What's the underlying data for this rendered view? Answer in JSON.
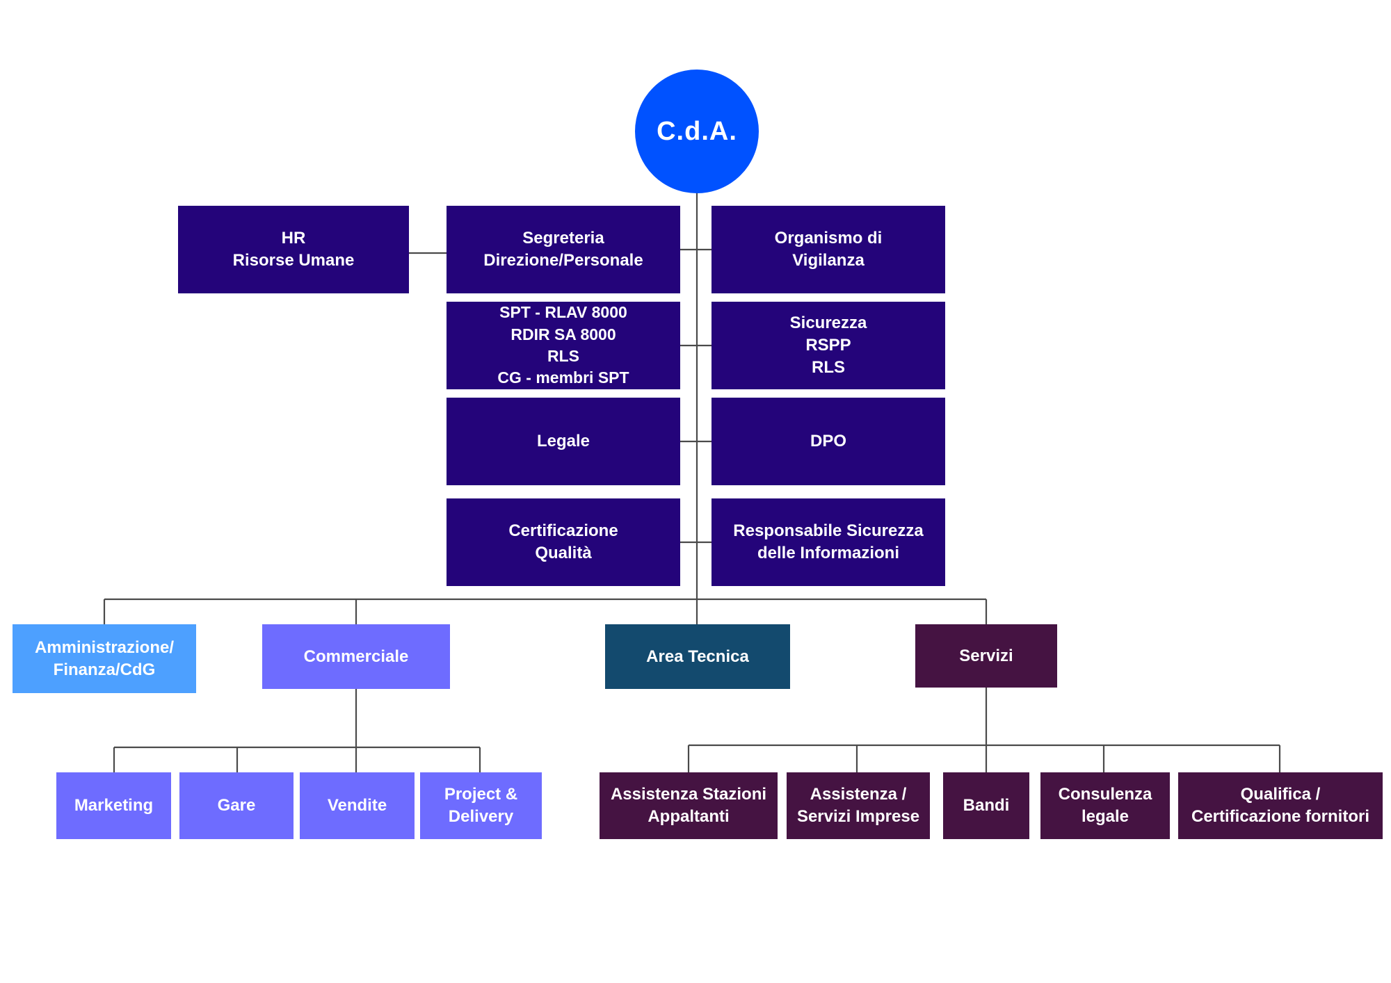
{
  "colors": {
    "board": "#0052ff",
    "staff": "#24047a",
    "amministrazione": "#4da0ff",
    "commerciale": "#6e6cff",
    "area_tecnica": "#134a6e",
    "servizi": "#451342",
    "connector": "#4a4a4a"
  },
  "board": {
    "label": "C.d.A."
  },
  "staff": {
    "hr": "HR\nRisorse Umane",
    "segreteria": "Segreteria\nDirezione/Personale",
    "organismo_vigilanza": "Organismo di\nVigilanza",
    "spt": "SPT - RLAV 8000\nRDIR SA 8000\nRLS\nCG - membri SPT",
    "sicurezza": "Sicurezza\nRSPP\nRLS",
    "legale": "Legale",
    "dpo": "DPO",
    "certificazione": "Certificazione\nQualità",
    "responsabile_sicurezza": "Responsabile Sicurezza\ndelle Informazioni"
  },
  "departments": {
    "amministrazione": "Amministrazione/\nFinanza/CdG",
    "commerciale": "Commerciale",
    "area_tecnica": "Area Tecnica",
    "servizi": "Servizi"
  },
  "commerciale_units": {
    "marketing": "Marketing",
    "gare": "Gare",
    "vendite": "Vendite",
    "project": "Project &\nDelivery"
  },
  "servizi_units": {
    "assistenza_stazioni": "Assistenza Stazioni\nAppaltanti",
    "assistenza_imprese": "Assistenza /\nServizi Imprese",
    "bandi": "Bandi",
    "consulenza": "Consulenza\nlegale",
    "qualifica": "Qualifica /\nCertificazione fornitori"
  }
}
